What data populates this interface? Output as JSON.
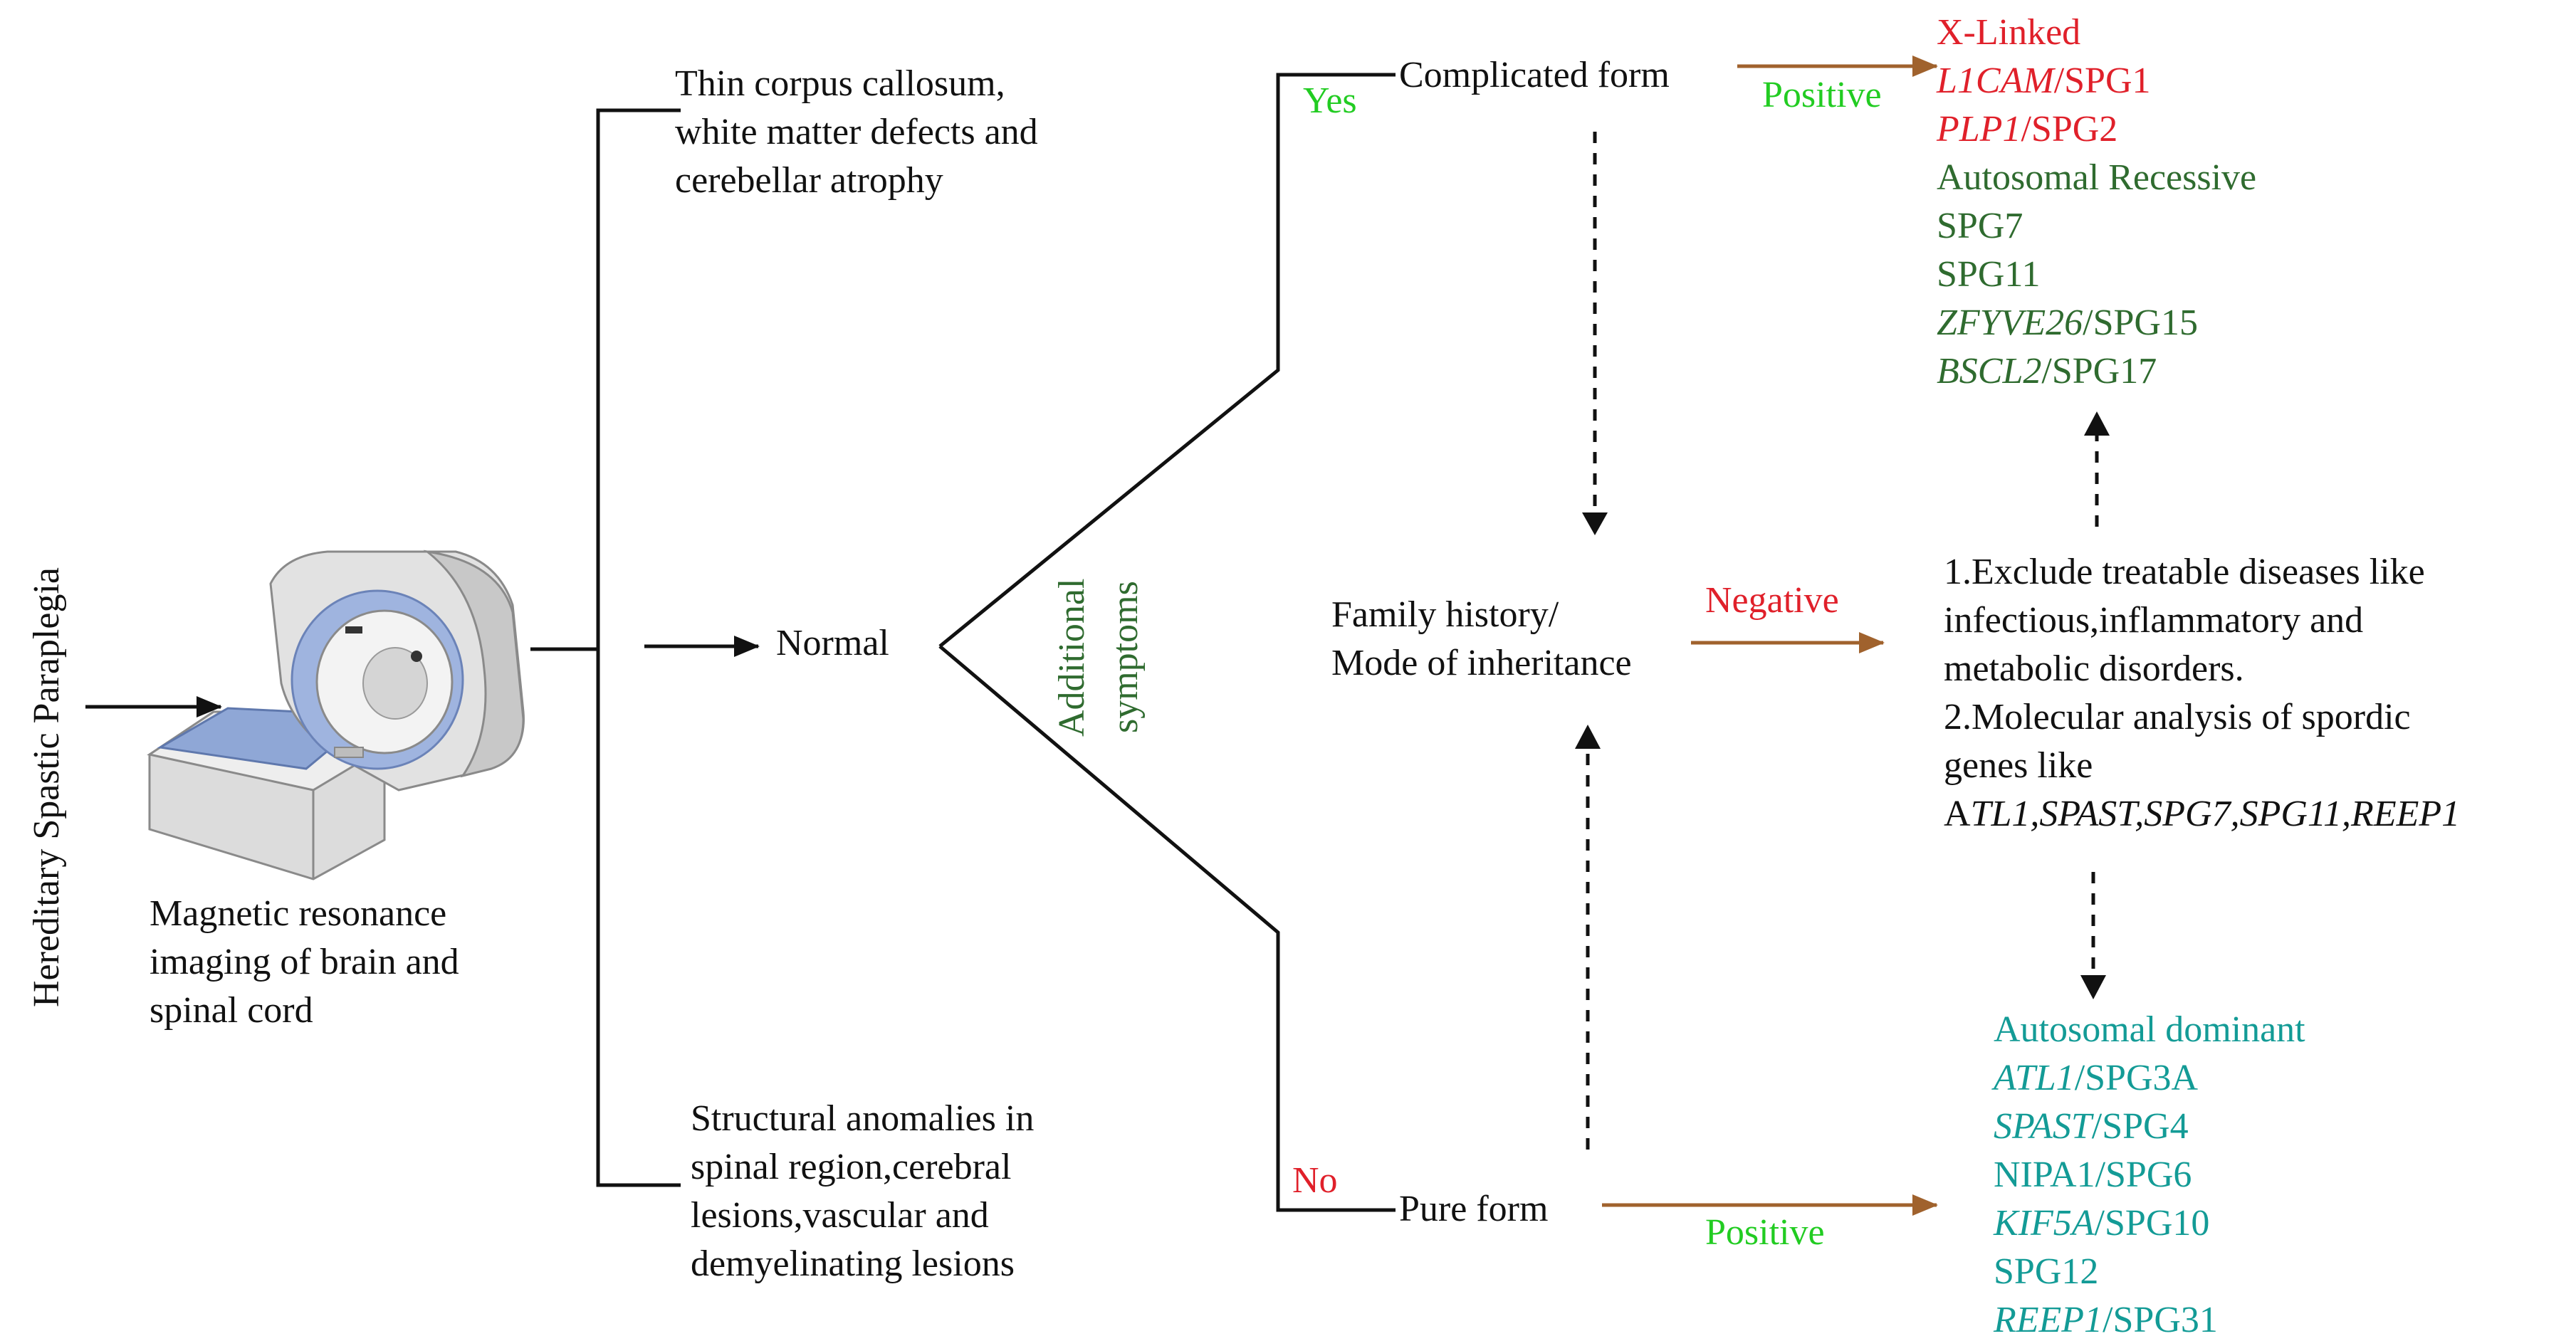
{
  "colors": {
    "xlinked": "#e0202a",
    "recessive": "#2f6b2f",
    "dominant": "#139b96",
    "yes_positive": "#22cc22",
    "no_negative": "#e0202a",
    "brown_arrow": "#a0622d",
    "lines": "#111111"
  },
  "title_vertical": "Hereditary Spastic Paraplegia",
  "mri": {
    "caption_lines": [
      "Magnetic resonance",
      "imaging of brain and",
      "spinal cord"
    ],
    "icon": "mri-scanner-icon"
  },
  "branches": {
    "top_lines": [
      "Thin corpus callosum,",
      "white matter defects and",
      "cerebellar atrophy"
    ],
    "middle": "Normal",
    "bottom_lines": [
      "Structural anomalies in",
      "spinal region,cerebral",
      "lesions,vascular and",
      "demyelinating lesions"
    ]
  },
  "additional_symptoms": [
    "Additional",
    "symptoms"
  ],
  "yes_label": "Yes",
  "no_label": "No",
  "complicated_form": "Complicated form",
  "pure_form": "Pure form",
  "family_history_lines": [
    "Family history/",
    "Mode of inheritance"
  ],
  "positive_top": "Positive",
  "positive_bottom": "Positive",
  "negative": "Negative",
  "xlinked": {
    "heading": "X-Linked",
    "genes": [
      {
        "gene": "L1CAM",
        "spg": "/SPG1"
      },
      {
        "gene": "PLP1",
        "spg": "/SPG2"
      }
    ]
  },
  "recessive": {
    "heading": "Autosomal Recessive",
    "items": [
      {
        "gene": "",
        "spg": "SPG7"
      },
      {
        "gene": "",
        "spg": "SPG11"
      },
      {
        "gene": "ZFYVE26",
        "spg": "/SPG15"
      },
      {
        "gene": "BSCL2",
        "spg": "/SPG17"
      }
    ]
  },
  "negative_box": {
    "line1": "1.Exclude treatable diseases like",
    "line2": "infectious,inflammatory and",
    "line3": "metabolic disorders.",
    "line4": "2.Molecular analysis of spordic",
    "line5": "genes like",
    "line6_prefix": "A",
    "line6_genes": "TL1,SPAST,SPG7,SPG11,REEP1"
  },
  "dominant": {
    "heading": "Autosomal dominant",
    "items": [
      {
        "gene": "ATL1",
        "spg": "/SPG3A"
      },
      {
        "gene": "SPAST",
        "spg": "/SPG4"
      },
      {
        "gene": "",
        "spg": "NIPA1/SPG6"
      },
      {
        "gene": "KIF5A",
        "spg": "/SPG10"
      },
      {
        "gene": "",
        "spg": "SPG12"
      },
      {
        "gene": "REEP1",
        "spg": "/SPG31"
      }
    ]
  }
}
